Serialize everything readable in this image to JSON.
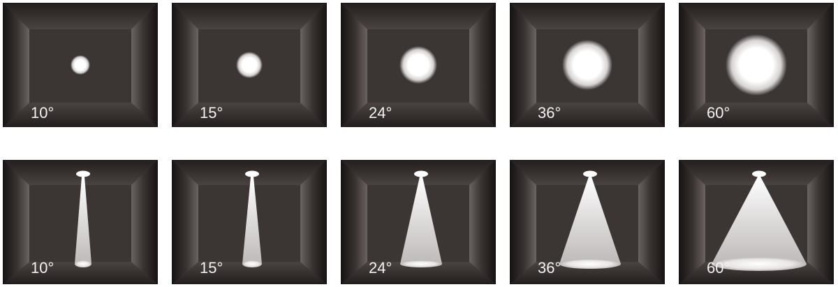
{
  "spot_row": {
    "panels": [
      {
        "angle_label": "10°",
        "spot_radius": 14
      },
      {
        "angle_label": "15°",
        "spot_radius": 19
      },
      {
        "angle_label": "24°",
        "spot_radius": 27
      },
      {
        "angle_label": "36°",
        "spot_radius": 36
      },
      {
        "angle_label": "60°",
        "spot_radius": 44
      }
    ]
  },
  "beam_row": {
    "panels": [
      {
        "angle_label": "10°",
        "floor_half_width": 12
      },
      {
        "angle_label": "15°",
        "floor_half_width": 14
      },
      {
        "angle_label": "24°",
        "floor_half_width": 30
      },
      {
        "angle_label": "36°",
        "floor_half_width": 44
      },
      {
        "angle_label": "60°",
        "floor_half_width": 68
      }
    ]
  },
  "colors": {
    "back_wall": "#3b3534",
    "side_wall_dark": "#161212",
    "side_wall_light": "#6a6362",
    "ceiling": "#2b2625",
    "floor": "#2e2827",
    "light": "#ffffff"
  }
}
